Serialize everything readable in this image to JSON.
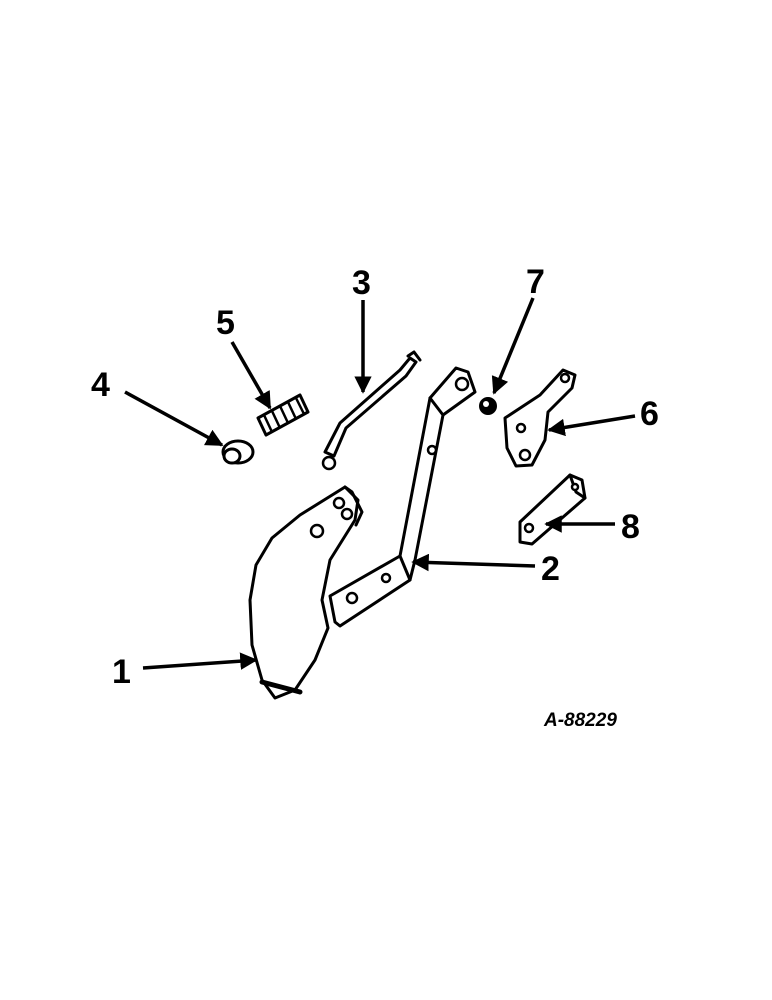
{
  "diagram": {
    "drawing_number": "A-88229",
    "callouts": [
      {
        "number": "1"
      },
      {
        "number": "2"
      },
      {
        "number": "3"
      },
      {
        "number": "4"
      },
      {
        "number": "5"
      },
      {
        "number": "6"
      },
      {
        "number": "7"
      },
      {
        "number": "8"
      }
    ],
    "colors": {
      "ink": "#000000",
      "paper": "#ffffff"
    }
  }
}
